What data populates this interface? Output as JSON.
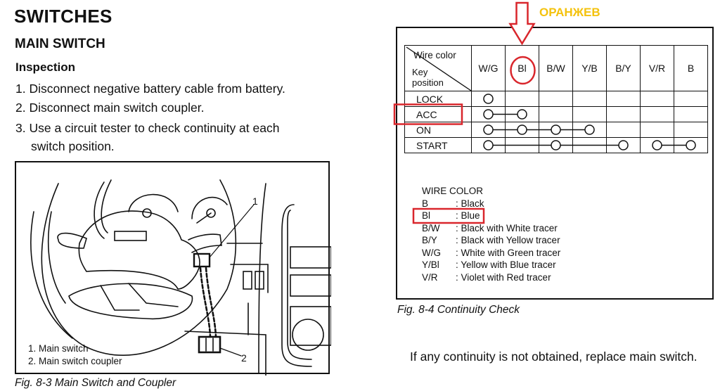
{
  "headings": {
    "section": "SWITCHES",
    "subsection": "MAIN SWITCH",
    "procedure": "Inspection"
  },
  "steps": [
    "1. Disconnect negative battery cable from battery.",
    "2. Disconnect main switch coupler.",
    "3. Use a circuit tester to check continuity at each",
    "switch position."
  ],
  "figure_8_3": {
    "callouts": [
      "1",
      "2"
    ],
    "legend": [
      "1.  Main switch",
      "2.  Main switch coupler"
    ],
    "caption": "Fig. 8-3  Main Switch and Coupler"
  },
  "figure_8_4": {
    "annotation": {
      "text": "ОРАНЖЕВ",
      "color": "#f4c20d",
      "highlight_color": "#d9262c"
    },
    "table": {
      "corner_top": "Wire color",
      "corner_bottom_line1": "Key",
      "corner_bottom_line2": "position",
      "columns": [
        "W/G",
        "Bl",
        "B/W",
        "Y/B",
        "B/Y",
        "V/R",
        "B"
      ],
      "rows": [
        {
          "position": "LOCK",
          "connected": [
            "W/G"
          ],
          "groups": [
            [
              "W/G"
            ]
          ]
        },
        {
          "position": "ACC",
          "connected": [
            "W/G",
            "Bl"
          ],
          "groups": [
            [
              "W/G",
              "Bl"
            ]
          ]
        },
        {
          "position": "ON",
          "connected": [
            "W/G",
            "Bl",
            "B/W",
            "Y/B"
          ],
          "groups": [
            [
              "W/G",
              "Bl",
              "B/W",
              "Y/B"
            ]
          ]
        },
        {
          "position": "START",
          "connected": [
            "W/G",
            "B/W",
            "B/Y",
            "V/R",
            "B"
          ],
          "groups": [
            [
              "W/G",
              "B/W",
              "B/Y"
            ],
            [
              "V/R",
              "B"
            ]
          ]
        }
      ],
      "highlighted_column": "Bl",
      "highlighted_row": "ACC"
    },
    "wire_color_legend": {
      "title": "WIRE COLOR",
      "items": [
        {
          "code": "B",
          "meaning": ": Black"
        },
        {
          "code": "Bl",
          "meaning": ": Blue"
        },
        {
          "code": "B/W",
          "meaning": ": Black with White tracer"
        },
        {
          "code": "B/Y",
          "meaning": ": Black with Yellow tracer"
        },
        {
          "code": "W/G",
          "meaning": ": White with Green tracer"
        },
        {
          "code": "Y/Bl",
          "meaning": ": Yellow with Blue tracer"
        },
        {
          "code": "V/R",
          "meaning": ": Violet with Red tracer"
        }
      ],
      "highlighted_item": "Bl"
    },
    "caption": "Fig. 8-4  Continuity Check"
  },
  "note": "If any continuity is not obtained, replace main switch."
}
